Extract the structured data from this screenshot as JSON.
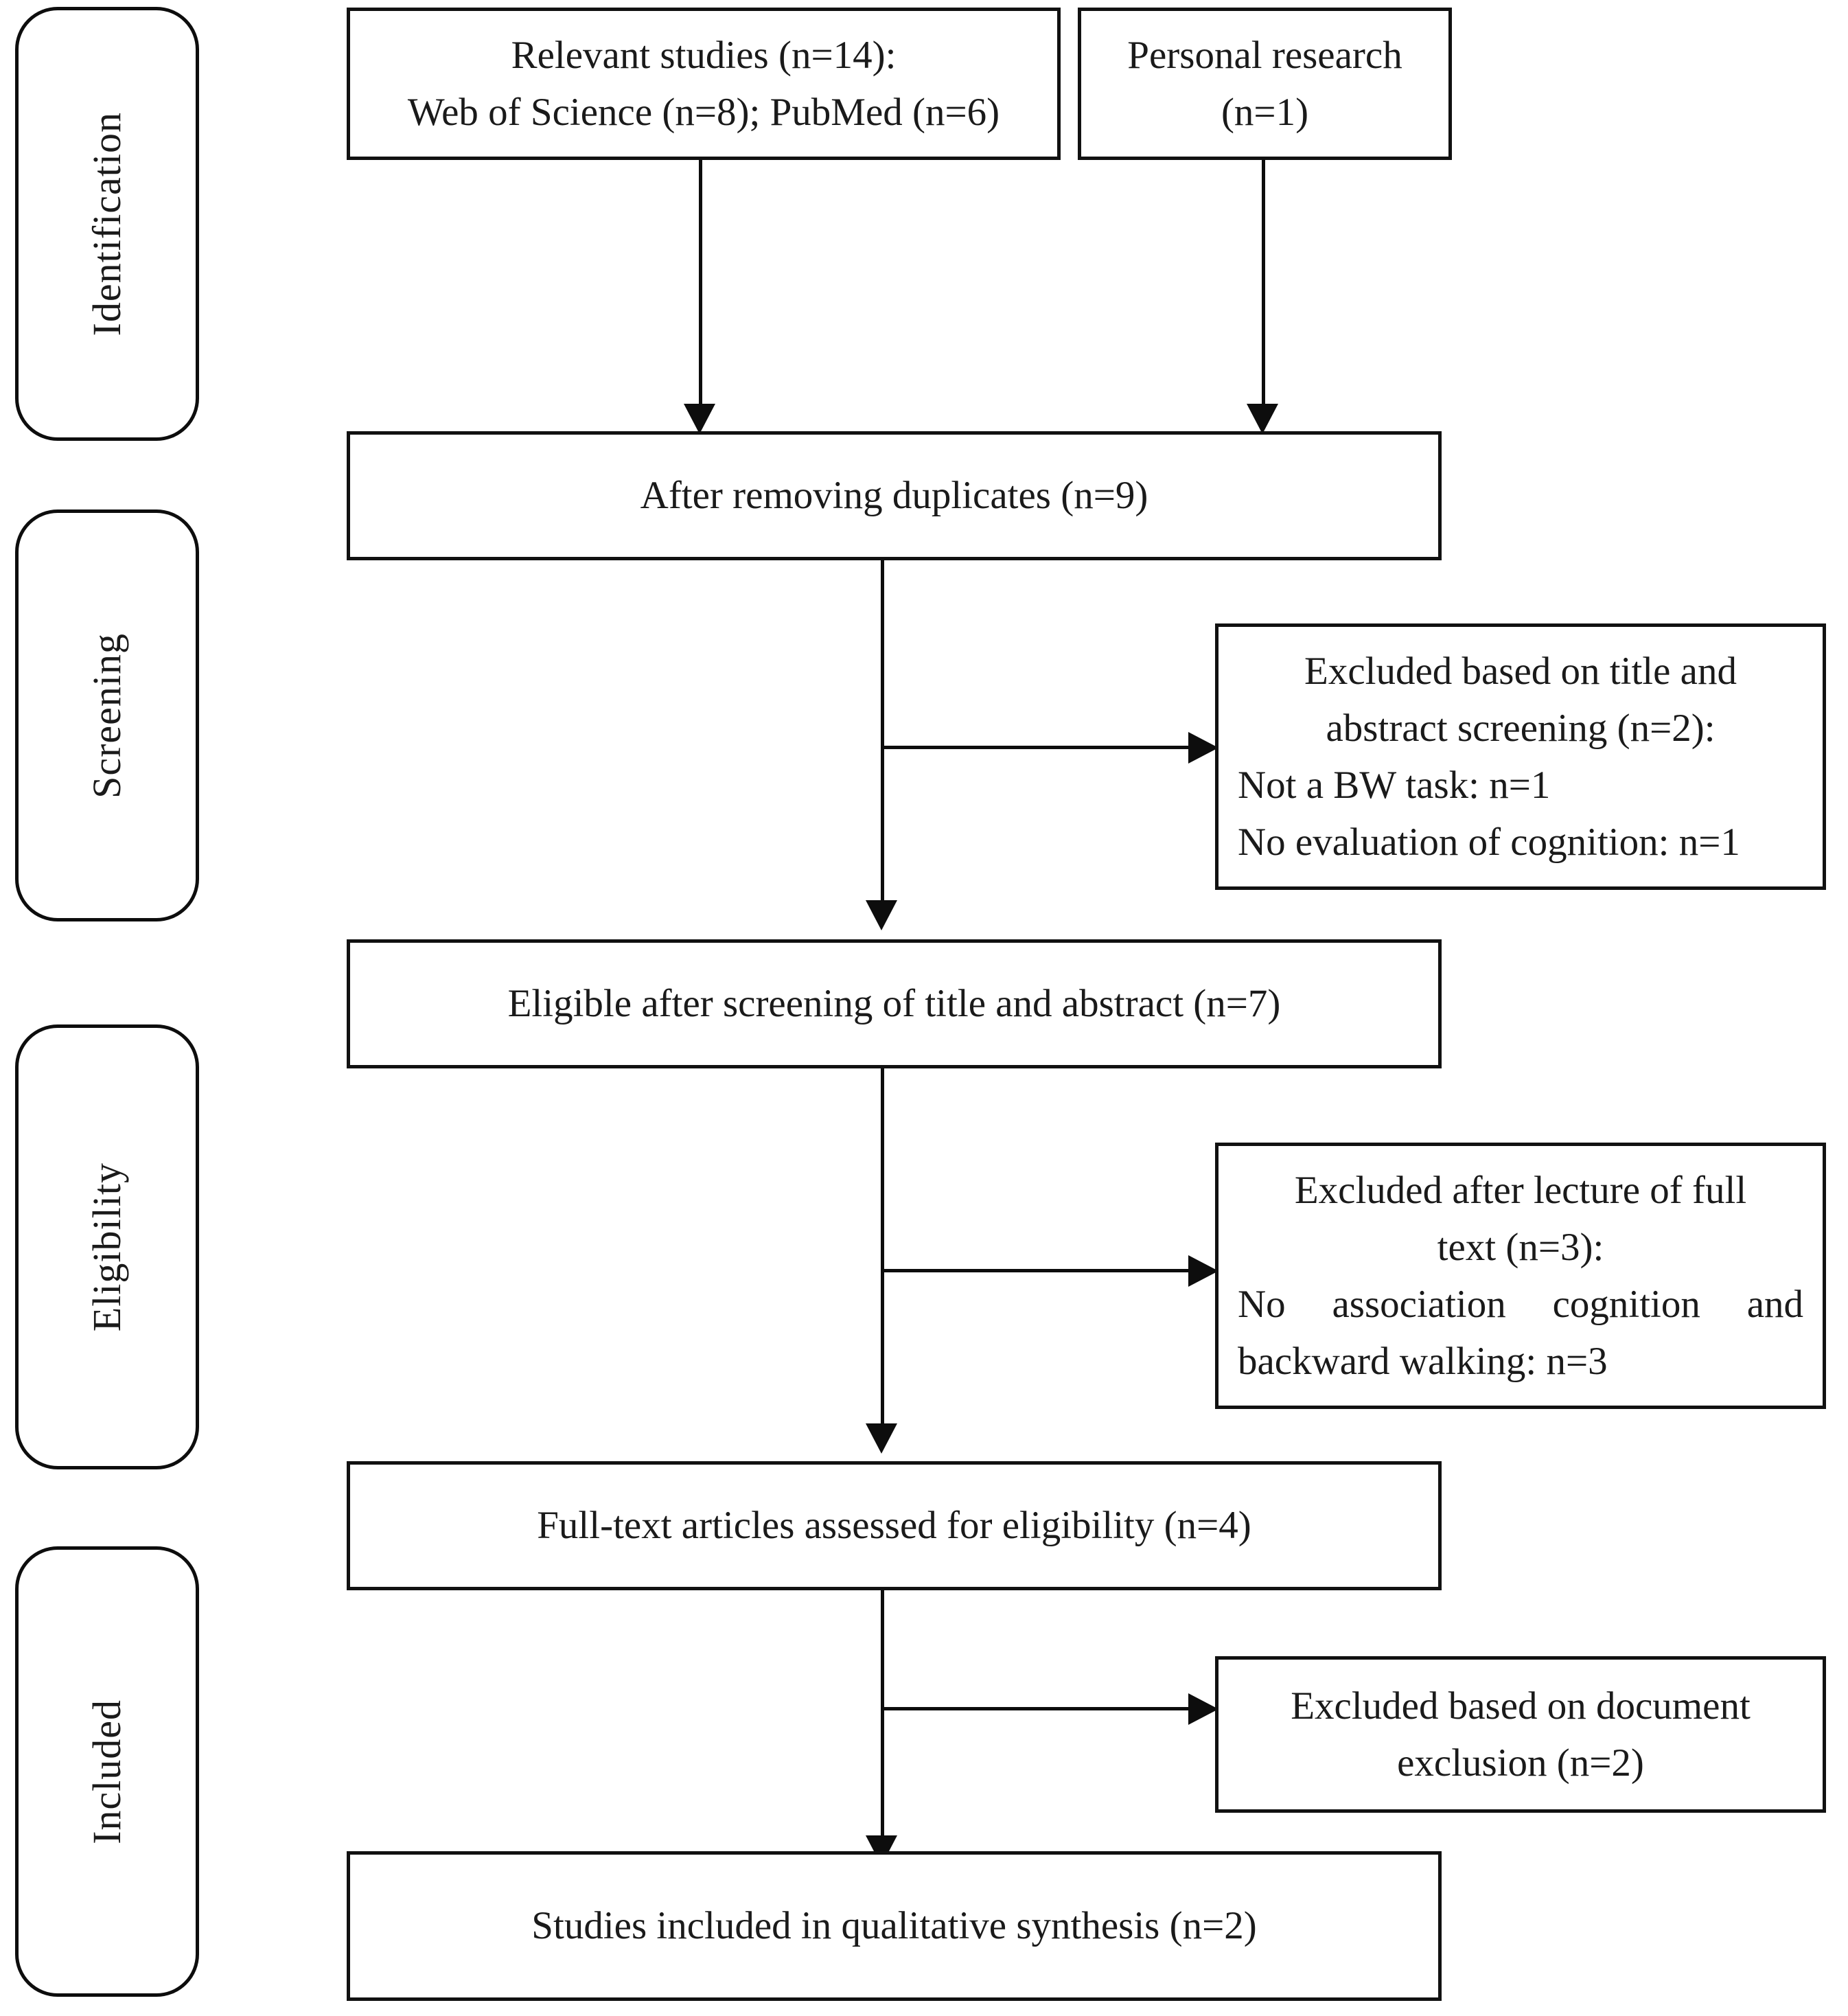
{
  "diagram": {
    "type": "prisma-flow-diagram",
    "title": "",
    "stages": [
      {
        "id": "identification",
        "label": "Identification"
      },
      {
        "id": "screening",
        "label": "Screening"
      },
      {
        "id": "eligibility",
        "label": "Eligibility"
      },
      {
        "id": "included",
        "label": "Included"
      }
    ],
    "boxes": [
      {
        "id": "relevant-studies",
        "lines": [
          "Relevant studies (n=14):",
          "Web of Science (n=8); PubMed (n=6)"
        ]
      },
      {
        "id": "personal-research",
        "lines": [
          "Personal research",
          "(n=1)"
        ]
      },
      {
        "id": "after-removing-duplicates",
        "lines": [
          "After removing duplicates (n=9)"
        ]
      },
      {
        "id": "excluded-title-abstract",
        "lines": [
          "Excluded based on title and",
          "abstract screening (n=2):",
          "Not a BW task: n=1",
          "No evaluation of cognition: n=1"
        ]
      },
      {
        "id": "eligible-after-screening",
        "lines": [
          "Eligible after screening of title and abstract (n=7)"
        ]
      },
      {
        "id": "excluded-full-text",
        "lines": [
          "Excluded after lecture of full",
          "text (n=3):",
          "No association cognition and",
          "backward walking: n=3"
        ]
      },
      {
        "id": "full-text-assessed",
        "lines": [
          "Full-text articles assessed for eligibility (n=4)"
        ]
      },
      {
        "id": "excluded-document",
        "lines": [
          "Excluded based on document",
          "exclusion (n=2)"
        ]
      },
      {
        "id": "studies-included",
        "lines": [
          "Studies included in qualitative synthesis (n=2)"
        ]
      }
    ],
    "colors": {
      "stroke": "#0d0d0d",
      "background": "#ffffff",
      "text": "#1a1a1a"
    }
  }
}
